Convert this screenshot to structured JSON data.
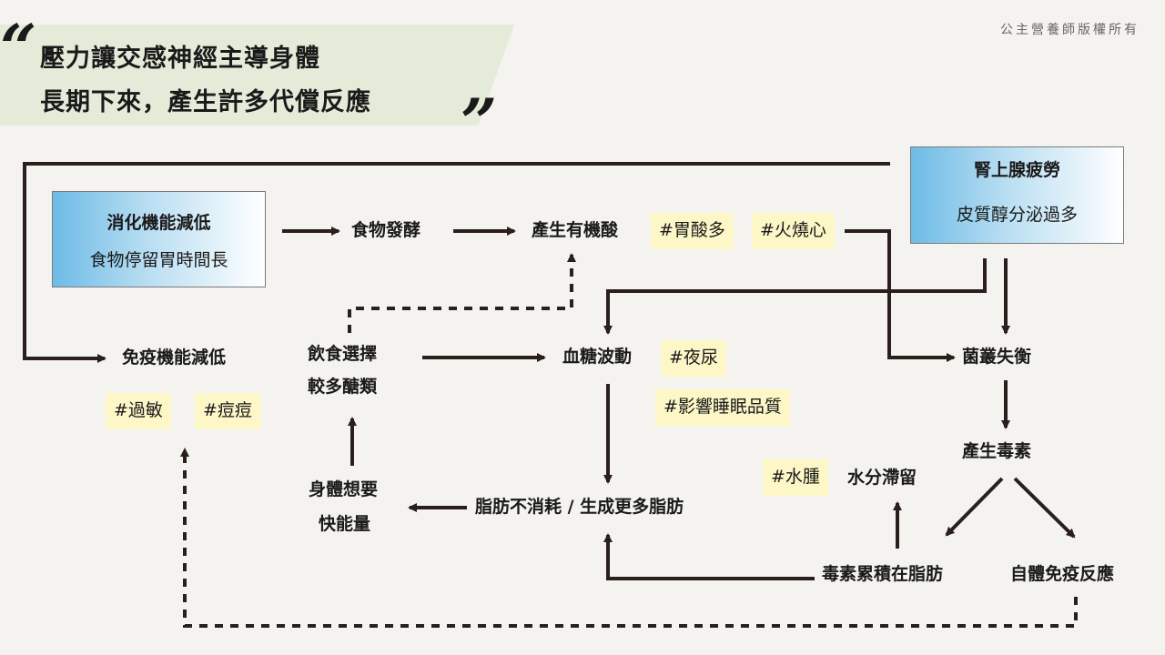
{
  "header": {
    "open_quote": "“",
    "close_quote": "”",
    "title_line1": "壓力讓交感神經主導身體",
    "title_line2": "長期下來，產生許多代償反應",
    "copyright": "公主營養師版權所有"
  },
  "boxes": {
    "digestion": {
      "title": "消化機能減低",
      "subtitle": "食物停留胃時間長"
    },
    "adrenal": {
      "title": "腎上腺疲勞",
      "subtitle": "皮質醇分泌過多"
    }
  },
  "nodes": {
    "fermentation": "食物發酵",
    "organic_acid": "產生有機酸",
    "immune_decline": "免疫機能減低",
    "diet_choice_1": "飲食選擇",
    "diet_choice_2": "較多醣類",
    "blood_sugar": "血糖波動",
    "flora": "菌叢失衡",
    "toxins": "產生毒素",
    "body_energy_1": "身體想要",
    "body_energy_2": "快能量",
    "fat_storage": "脂肪不消耗 / 生成更多脂肪",
    "water_retention": "水分滯留",
    "toxin_fat": "毒素累積在脂肪",
    "autoimmune": "自體免疫反應"
  },
  "tags": {
    "acid": "#胃酸多",
    "heartburn": "#火燒心",
    "allergy": "#過敏",
    "acne": "#痘痘",
    "nocturia": "#夜尿",
    "sleep": "#影響睡眠品質",
    "edema": "#水腫"
  },
  "colors": {
    "line": "#2a1f1d",
    "tag_bg": "#fdf6c7",
    "box_gradient_start": "#6dbbe6",
    "title_band": "#e4ecd9"
  }
}
